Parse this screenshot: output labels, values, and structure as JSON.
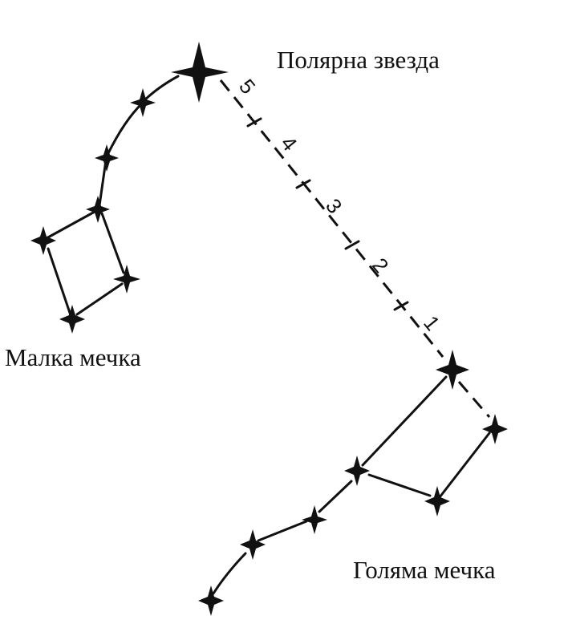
{
  "labels": {
    "polaris": "Полярна звезда",
    "little_dipper": "Малка мечка",
    "big_dipper": "Голяма мечка"
  },
  "distance_marks": [
    "5",
    "4",
    "3",
    "2",
    "1"
  ]
}
